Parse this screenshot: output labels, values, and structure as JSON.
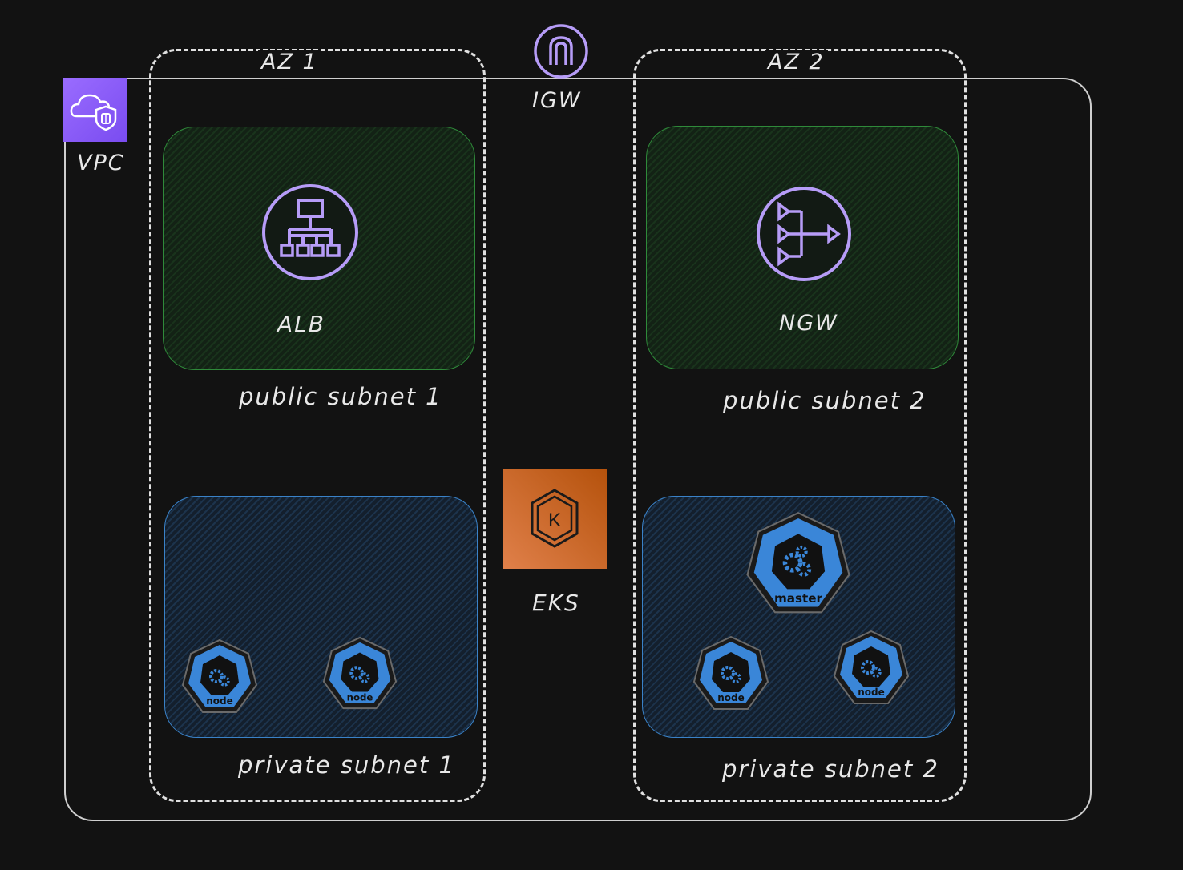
{
  "diagram": {
    "vpc_label": "VPC",
    "igw_label": "IGW",
    "az1_label": "AZ 1",
    "az2_label": "AZ 2",
    "alb_label": "ALB",
    "ngw_label": "NGW",
    "public_subnet_1": "public subnet 1",
    "public_subnet_2": "public subnet 2",
    "private_subnet_1": "private subnet 1",
    "private_subnet_2": "private subnet 2",
    "eks_label": "EKS",
    "eks_glyph": "K",
    "master_label": "master",
    "node_label": "node"
  },
  "colors": {
    "aws_purple": "#b69cf7",
    "vpc_icon_bg": "#8c4fff",
    "eks_orange": "#e0783a",
    "k8s_blue": "#326ce5",
    "public_green": "#2f8a3a",
    "private_blue": "#3a82c8"
  }
}
